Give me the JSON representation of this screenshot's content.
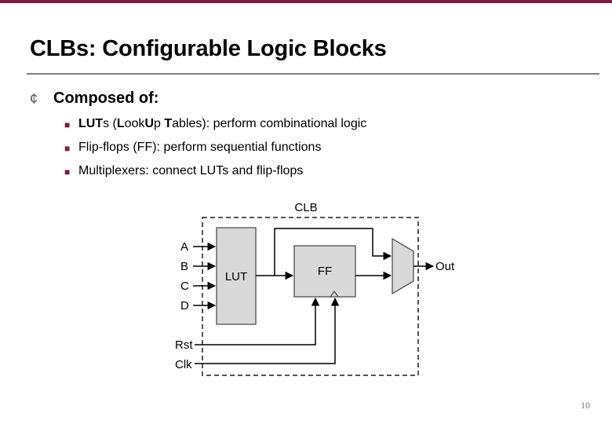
{
  "title": "CLBs: Configurable Logic Blocks",
  "bullet": {
    "icon": "circle-bullet-icon",
    "text": "Composed of:"
  },
  "subbullets": [
    {
      "parts": [
        {
          "text": "LUT",
          "bold": true
        },
        {
          "text": "s (",
          "bold": false
        },
        {
          "text": "L",
          "bold": true
        },
        {
          "text": "ook",
          "bold": false
        },
        {
          "text": "U",
          "bold": true
        },
        {
          "text": "p ",
          "bold": false
        },
        {
          "text": "T",
          "bold": true
        },
        {
          "text": "ables): perform combinational logic",
          "bold": false
        }
      ]
    },
    {
      "parts": [
        {
          "text": "Flip-flops (FF): perform sequential functions",
          "bold": false
        }
      ]
    },
    {
      "parts": [
        {
          "text": "Multiplexers: connect LUTs and flip-flops",
          "bold": false
        }
      ]
    }
  ],
  "diagram": {
    "clb_label": "CLB",
    "lut_label": "LUT",
    "ff_label": "FF",
    "out_label": "Out",
    "inputs": [
      "A",
      "B",
      "C",
      "D"
    ],
    "rst_label": "Rst",
    "clk_label": "Clk"
  },
  "page_number": "10",
  "colors": {
    "accent": "#7a1e3a",
    "block_fill": "#d9d9d9",
    "rule": "#7f7f7f"
  }
}
